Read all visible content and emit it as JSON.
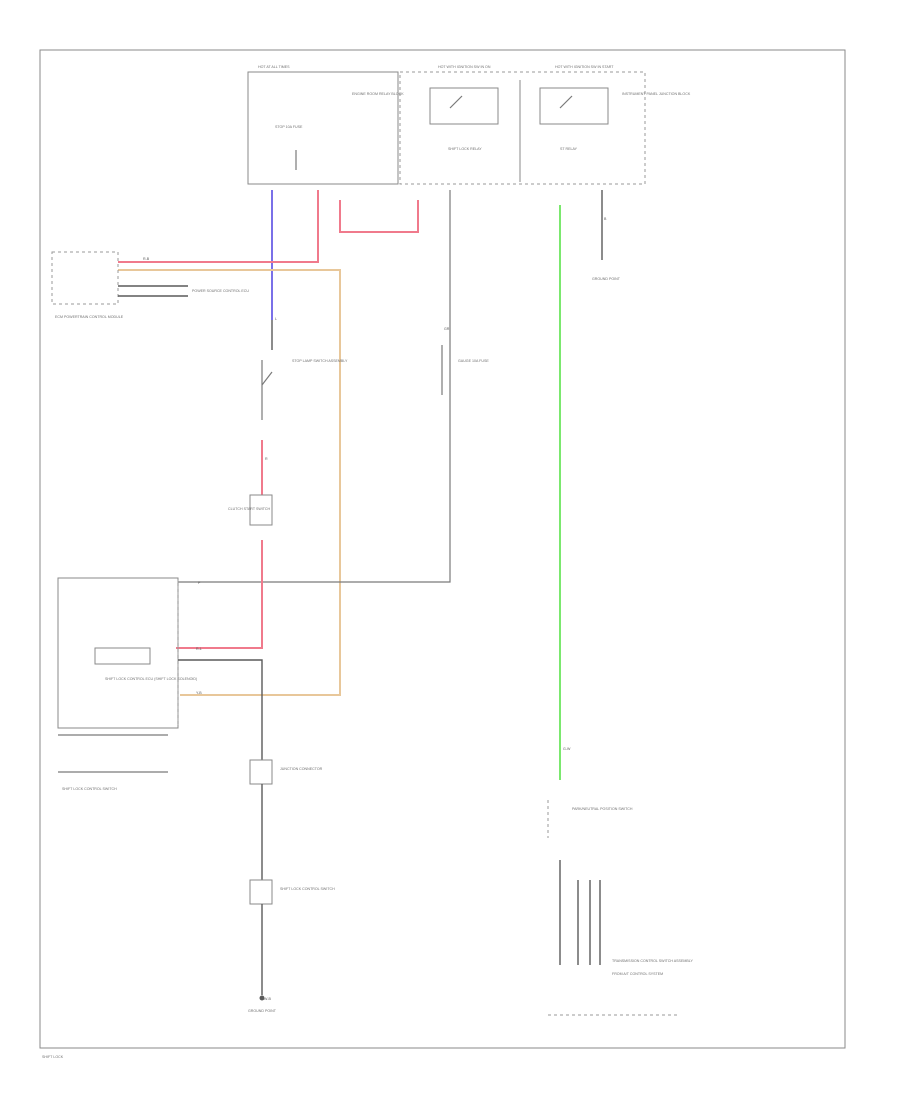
{
  "diagram": {
    "colors": {
      "red_wire": "#f07a8c",
      "blue_wire": "#7a70e8",
      "tan_wire": "#e8c79a",
      "green_wire": "#7be86e",
      "frame": "#8a8a8a",
      "background": "#ffffff"
    },
    "labels": {
      "top_left_box_header": "HOT AT ALL TIMES",
      "top_left_box_side": "ENGINE ROOM RELAY BLOCK",
      "top_left_fuse": "STOP 10A FUSE",
      "top_mid_header": "HOT WITH IGNITION SW IN ON",
      "top_mid_relay": "SHIFT LOCK RELAY",
      "top_right_header": "HOT WITH IGNITION SW IN START",
      "top_right_relay": "ST RELAY",
      "top_right_side": "INSTRUMENT PANEL JUNCTION BLOCK",
      "left_module": "ECM POWERTRAIN CONTROL MODULE",
      "left_module_right": "POWER SOURCE CONTROL ECU",
      "stop_switch": "STOP LAMP SWITCH ASSEMBLY",
      "clutch_switch": "CLUTCH START SWITCH",
      "gauge_fuse": "GAUGE 10A FUSE",
      "shift_lock": "SHIFT LOCK CONTROL ECU (SHIFT LOCK SOLENOID)",
      "shift_lock_sub": "SHIFT LOCK CONTROL SWITCH",
      "connector_mid": "JUNCTION CONNECTOR",
      "connector_low": "SHIFT LOCK CONTROL SWITCH",
      "ground_left": "GROUND POINT",
      "ground_right": "GROUND POINT",
      "park_switch": "PARK/NEUTRAL POSITION SWITCH",
      "bottom_right": "TRANSMISSION CONTROL SWITCH ASSEMBLY",
      "bottom_right_sub": "FROM A/T CONTROL SYSTEM",
      "page_tag": "SHIFT LOCK"
    },
    "wire_codes": {
      "w1": "R-B",
      "w2": "L",
      "w3": "R",
      "w4": "Y-B",
      "w5": "G-W",
      "w6": "B",
      "w7": "W-B",
      "w8": "R-L",
      "w9": "P",
      "w10": "GR"
    }
  }
}
